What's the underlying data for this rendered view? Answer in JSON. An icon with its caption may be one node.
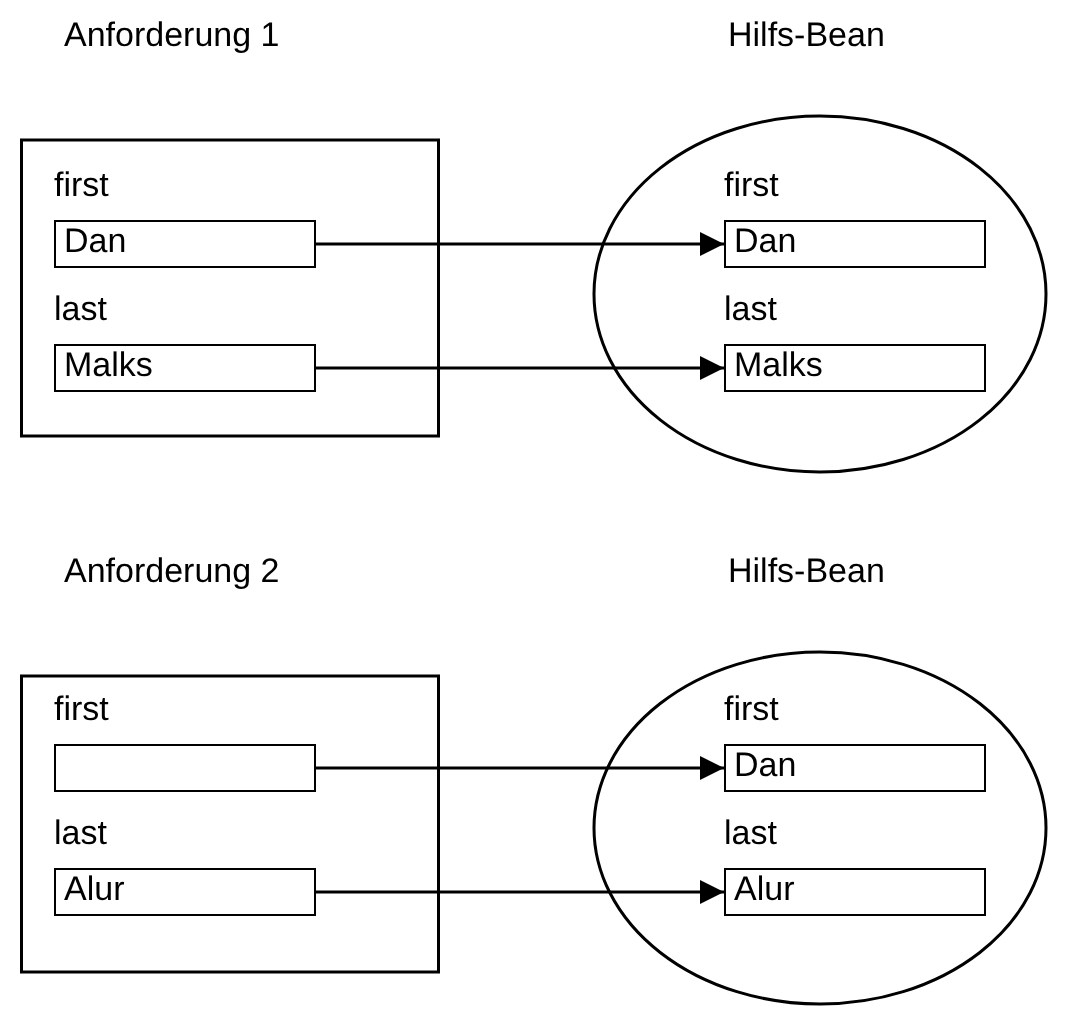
{
  "diagram": {
    "nodes": [
      {
        "text": [
          "Anforderung 1"
        ]
      },
      {
        "text": [
          "Dan"
        ],
        "beside": [
          "first"
        ],
        "in": 0
      },
      {
        "text": [
          "Malks"
        ],
        "beside": [
          "last"
        ],
        "in": 0
      },
      {
        "text": [
          "Hilfs-Bean"
        ]
      },
      {
        "text": [
          "Dan"
        ],
        "beside": [
          "first"
        ],
        "in": 3
      },
      {
        "text": [
          "Malks"
        ],
        "beside": [
          "last"
        ],
        "in": 3
      },
      {
        "text": [
          "Anforderung 2"
        ]
      },
      {
        "text": [],
        "shape": "box",
        "beside": [
          "first"
        ],
        "in": 6
      },
      {
        "text": [
          "Alur"
        ],
        "beside": [
          "last"
        ],
        "in": 6
      },
      {
        "text": [
          "Hilfs-Bean"
        ]
      },
      {
        "text": [
          "Dan"
        ],
        "beside": [
          "first"
        ],
        "in": 9
      },
      {
        "text": [
          "Alur"
        ],
        "beside": [
          "last"
        ],
        "in": 9
      }
    ],
    "edges": [
      {
        "from": 1,
        "to": 4,
        "arrow": "to"
      },
      {
        "from": 2,
        "to": 5,
        "arrow": "to"
      },
      {
        "from": 7,
        "to": 10,
        "arrow": "to"
      },
      {
        "from": 8,
        "to": 11,
        "arrow": "to"
      }
    ]
  }
}
